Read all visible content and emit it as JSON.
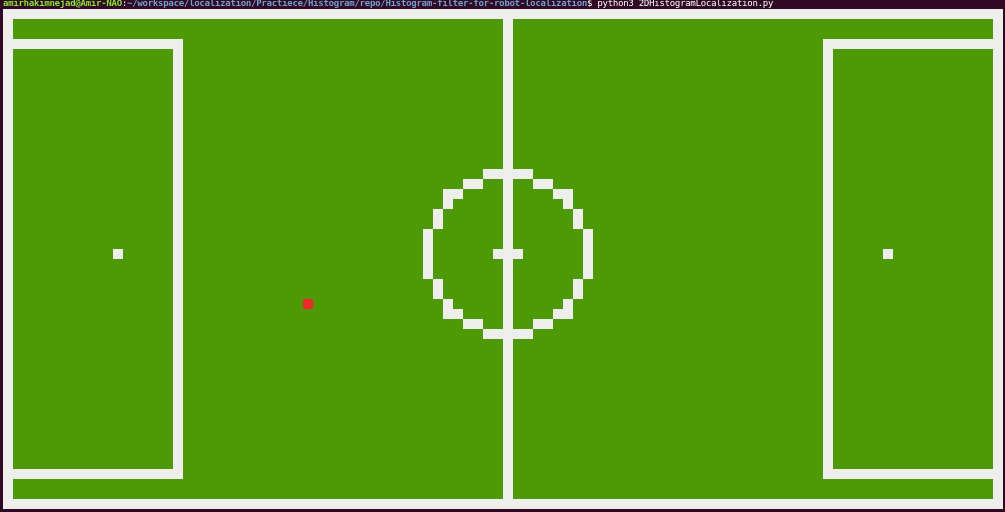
{
  "terminal": {
    "user_host": "amirhakimnejad@Amir-NAO",
    "separator": ":",
    "cwd": "~/workspace/localization/Practiece/Histogram/repo/Histogram-filter-for-robot-localization",
    "prompt_symbol": "$ ",
    "command": "python3 2DHistogramLocalization.py"
  },
  "colors": {
    "terminal_background": "#300a24",
    "prompt_user": "#8ae234",
    "prompt_path": "#729fcf",
    "field_green": "#4e9a06",
    "field_lines": "#eeeeec",
    "robot_marker": "#ef2929"
  },
  "field": {
    "grid": "100x50 cells",
    "robot_cell": {
      "col": 30,
      "row": 29
    }
  }
}
